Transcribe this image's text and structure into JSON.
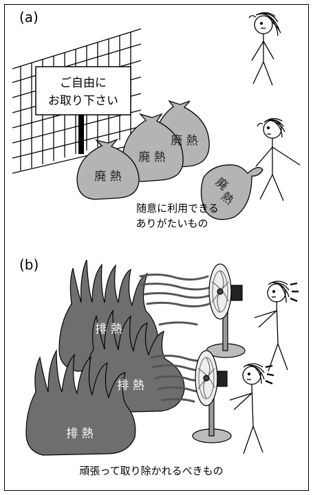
{
  "panel_a": {
    "label": "(a)",
    "sign_line1": "ご自由に",
    "sign_line2": "お取り下さい",
    "bag_text": "廃 熱",
    "bag_text_vertical_1": "廃",
    "bag_text_vertical_2": "熱",
    "caption_line1": "随意に利用できる",
    "caption_line2": "ありがたいもの"
  },
  "panel_b": {
    "label": "(b)",
    "heat_text": "排 熱",
    "caption": "頑張って取り除かれるべきもの"
  },
  "colors": {
    "bag_fill": "#b4b4b4",
    "heat_fill": "#6e6e6e",
    "line": "#000000"
  }
}
